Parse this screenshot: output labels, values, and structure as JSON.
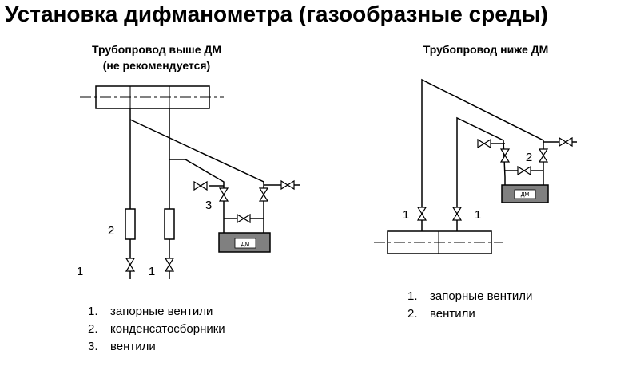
{
  "title": "Установка дифманометра (газообразные среды)",
  "left_diagram": {
    "heading_line1": "Трубопровод выше ДМ",
    "heading_line2": "(не рекомендуется)",
    "device_label": "ДМ",
    "callouts": [
      "1",
      "1",
      "2",
      "3"
    ],
    "legend": [
      {
        "num": "1.",
        "text": "запорные вентили"
      },
      {
        "num": "2.",
        "text": "конденсатосборники"
      },
      {
        "num": "3.",
        "text": "вентили"
      }
    ]
  },
  "right_diagram": {
    "heading": "Трубопровод ниже ДМ",
    "device_label": "ДМ",
    "callouts": [
      "1",
      "1",
      "2"
    ],
    "legend": [
      {
        "num": "1.",
        "text": "запорные вентили"
      },
      {
        "num": "2.",
        "text": "вентили"
      }
    ]
  },
  "colors": {
    "device_fill": "#808080",
    "line": "#000000",
    "background": "#ffffff"
  }
}
